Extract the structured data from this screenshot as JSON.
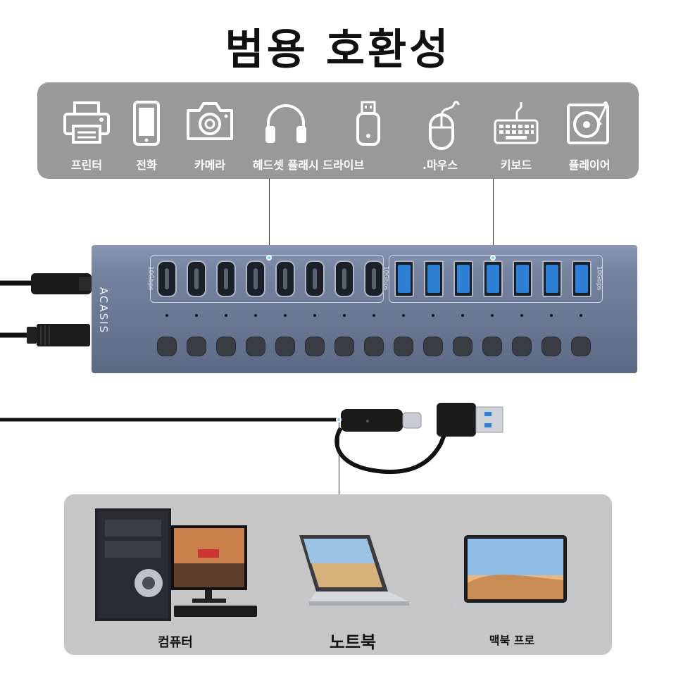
{
  "title": "범용 호환성",
  "brand": "ACASIS",
  "port_speed_label": "10Gbps",
  "devices": [
    {
      "label": "프린터",
      "icon": "printer-icon"
    },
    {
      "label": "전화",
      "icon": "phone-icon"
    },
    {
      "label": "카메라",
      "icon": "camera-icon"
    },
    {
      "label": "헤드셋 플래시 드라이브",
      "icon": "headset-icon"
    },
    {
      "label": ".마우스",
      "icon": "mouse-icon"
    },
    {
      "label": "키보드",
      "icon": "keyboard-icon"
    },
    {
      "label": "플레이어",
      "icon": "player-icon"
    }
  ],
  "hosts": [
    {
      "label": "컴퓨터",
      "icon": "desktop-computer-icon"
    },
    {
      "label": "노트북",
      "icon": "laptop-icon"
    },
    {
      "label": "맥북 프로",
      "icon": "macbook-icon"
    }
  ],
  "hub": {
    "usb_c_ports": 8,
    "usb_a_ports": 7,
    "switches": 15
  },
  "colors": {
    "panel_gray": "#999999",
    "hub_blue_gray": "#6b7894",
    "usb3_blue": "#2e7fd6",
    "accent_cyan": "#6fd6f3"
  }
}
